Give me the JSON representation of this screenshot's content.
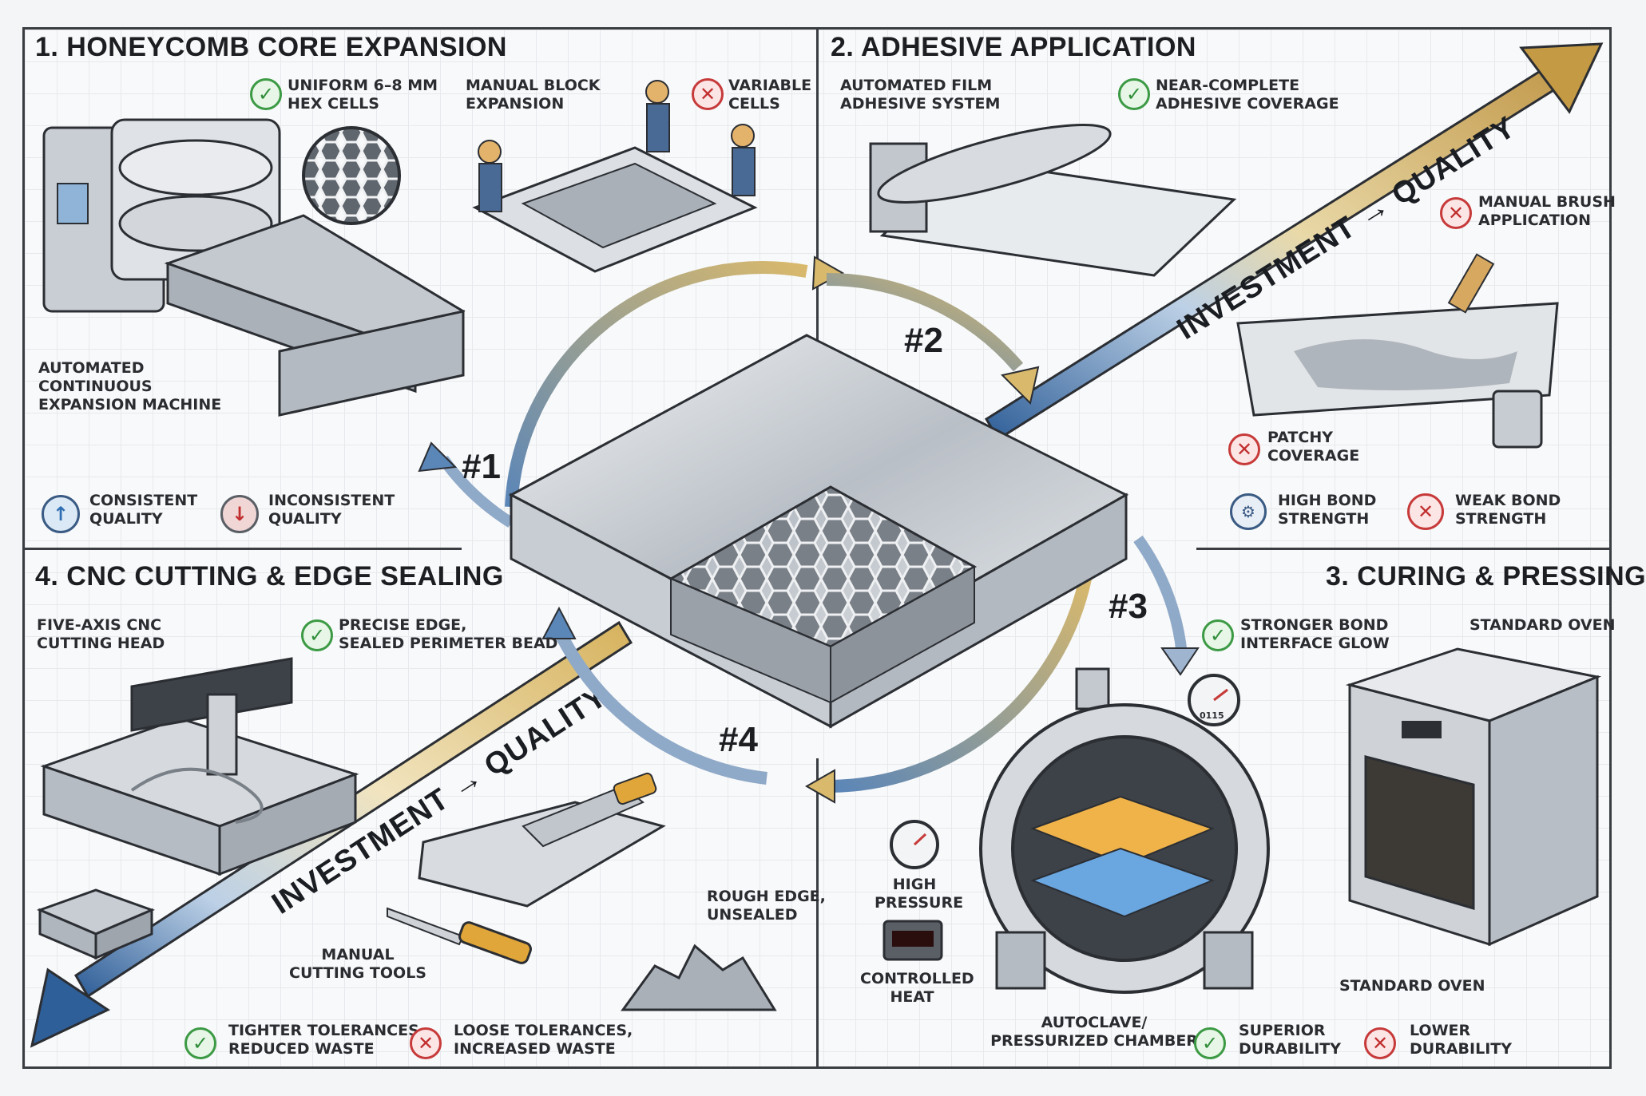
{
  "sections": {
    "core": {
      "title": "1. HONEYCOMB CORE EXPANSION",
      "good_process": "UNIFORM 6–8 mm\nHEX CELLS",
      "manual_process": "MANUAL BLOCK\nEXPANSION",
      "bad_result": "VARIABLE\nCELLS",
      "machine": "AUTOMATED\nCONTINUOUS\nEXPANSION MACHINE",
      "good_outcome": "CONSISTENT\nQUALITY",
      "bad_outcome": "INCONSISTENT\nQUALITY"
    },
    "adhesive": {
      "title": "2. ADHESIVE APPLICATION",
      "machine": "AUTOMATED FILM\nADHESIVE SYSTEM",
      "good_result": "NEAR-COMPLETE\nADHESIVE COVERAGE",
      "manual_process": "MANUAL BRUSH\nAPPLICATION",
      "bad_result": "PATCHY\nCOVERAGE",
      "good_outcome": "HIGH BOND\nSTRENGTH",
      "bad_outcome": "WEAK BOND\nSTRENGTH"
    },
    "curing": {
      "title": "3. CURING & PRESSING",
      "good_result": "STRONGER BOND\nINTERFACE GLOW",
      "oven_top": "STANDARD OVEN",
      "oven_bottom": "STANDARD OVEN",
      "pressure": "HIGH\nPRESSURE",
      "heat": "CONTROLLED\nHEAT",
      "chamber": "AUTOCLAVE/\nPRESSURIZED CHAMBER",
      "good_outcome": "SUPERIOR\nDURABILITY",
      "bad_outcome": "LOWER\nDURABILITY",
      "gauge_readout": "0115"
    },
    "cnc": {
      "title": "4. CNC CUTTING & EDGE SEALING",
      "machine": "FIVE-AXIS CNC\nCUTTING HEAD",
      "good_result": "PRECISE EDGE,\nSEALED PERIMETER BEAD",
      "bad_result": "ROUGH EDGE,\nUNSEALED",
      "manual_tools": "MANUAL\nCUTTING TOOLS",
      "good_outcome": "TIGHTER TOLERANCES,\nREDUCED WASTE",
      "bad_outcome": "LOOSE TOLERANCES,\nINCREASED WASTE"
    }
  },
  "steps": [
    "#1",
    "#2",
    "#3",
    "#4"
  ],
  "arrows": {
    "top_right": "INVESTMENT → QUALITY",
    "bottom_left": "INVESTMENT → QUALITY"
  },
  "colors": {
    "good": "#3c9a44",
    "bad": "#c73a3a",
    "arrow_gold": "#c9a55a",
    "arrow_blue": "#3a6ea8",
    "metal": "#c4c9cf"
  }
}
